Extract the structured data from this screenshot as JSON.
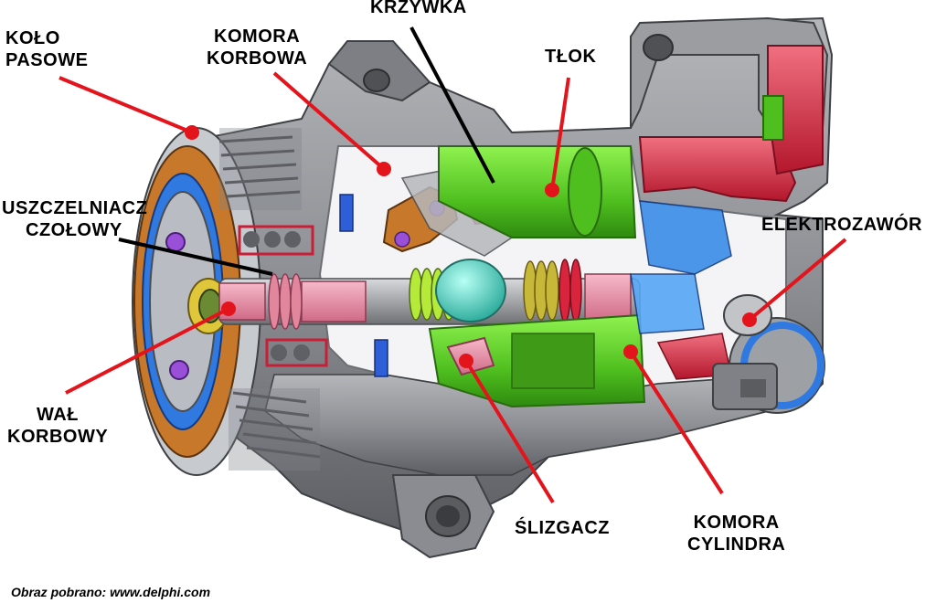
{
  "labels": {
    "kolo_pasowe": [
      "KOŁO",
      "PASOWE"
    ],
    "komora_korbowa": [
      "KOMORA",
      "KORBOWA"
    ],
    "krzywka": "KRZYWKA",
    "tlok": "TŁOK",
    "uszczelniacz": [
      "USZCZELNIACZ",
      "CZOŁOWY"
    ],
    "elektrozawor": "ELEKTROZAWÓR",
    "wal_korbowy": [
      "WAŁ",
      "KORBOWY"
    ],
    "slizgacz": "ŚLIZGACZ",
    "komora_cylindra": [
      "KOMORA",
      "CYLINDRA"
    ]
  },
  "credit": "Obraz pobrano: www.delphi.com",
  "colors": {
    "leader_red": "#e3141b",
    "leader_black": "#000000",
    "housing": "#8f9196",
    "housing_dark": "#5d5f63",
    "piston_green": "#5fd12a",
    "pink": "#e98fa6",
    "red_part": "#c81f36",
    "blue_part": "#1f6fe0",
    "orange_part": "#c8782a",
    "teal_ball": "#4fd3c3"
  }
}
